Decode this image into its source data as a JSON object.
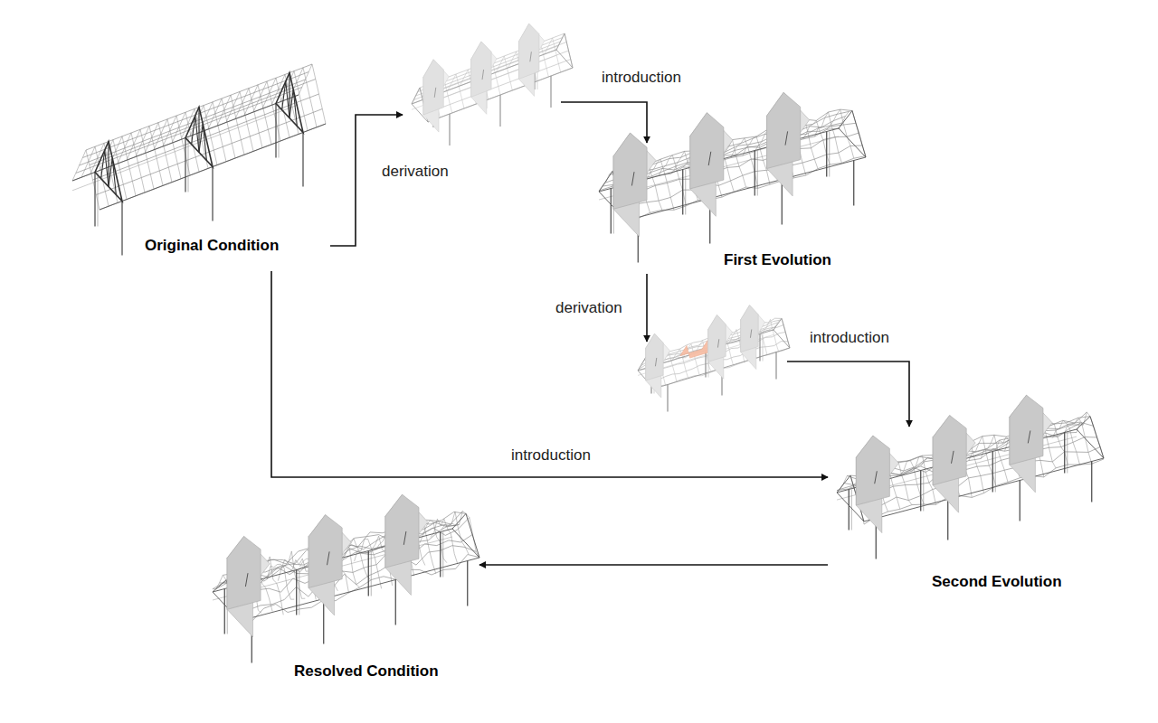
{
  "diagram": {
    "nodes": [
      {
        "text": [
          "Original Condition"
        ]
      },
      {
        "text": []
      },
      {
        "text": [
          "First Evolution"
        ]
      },
      {
        "text": []
      },
      {
        "text": [
          "Second Evolution"
        ]
      },
      {
        "text": [
          "Resolved Condition"
        ]
      }
    ],
    "edges": [
      {
        "from": 0,
        "to": 1,
        "arrow": "to",
        "label": "derivation"
      },
      {
        "from": 1,
        "to": 2,
        "arrow": "to",
        "label": "introduction"
      },
      {
        "from": 2,
        "to": 3,
        "arrow": "to",
        "label": "derivation"
      },
      {
        "from": 3,
        "to": 4,
        "arrow": "to",
        "label": "introduction"
      },
      {
        "from": 0,
        "to": 4,
        "arrow": "to",
        "label": "introduction"
      },
      {
        "from": 4,
        "to": 5,
        "arrow": "to"
      }
    ]
  }
}
